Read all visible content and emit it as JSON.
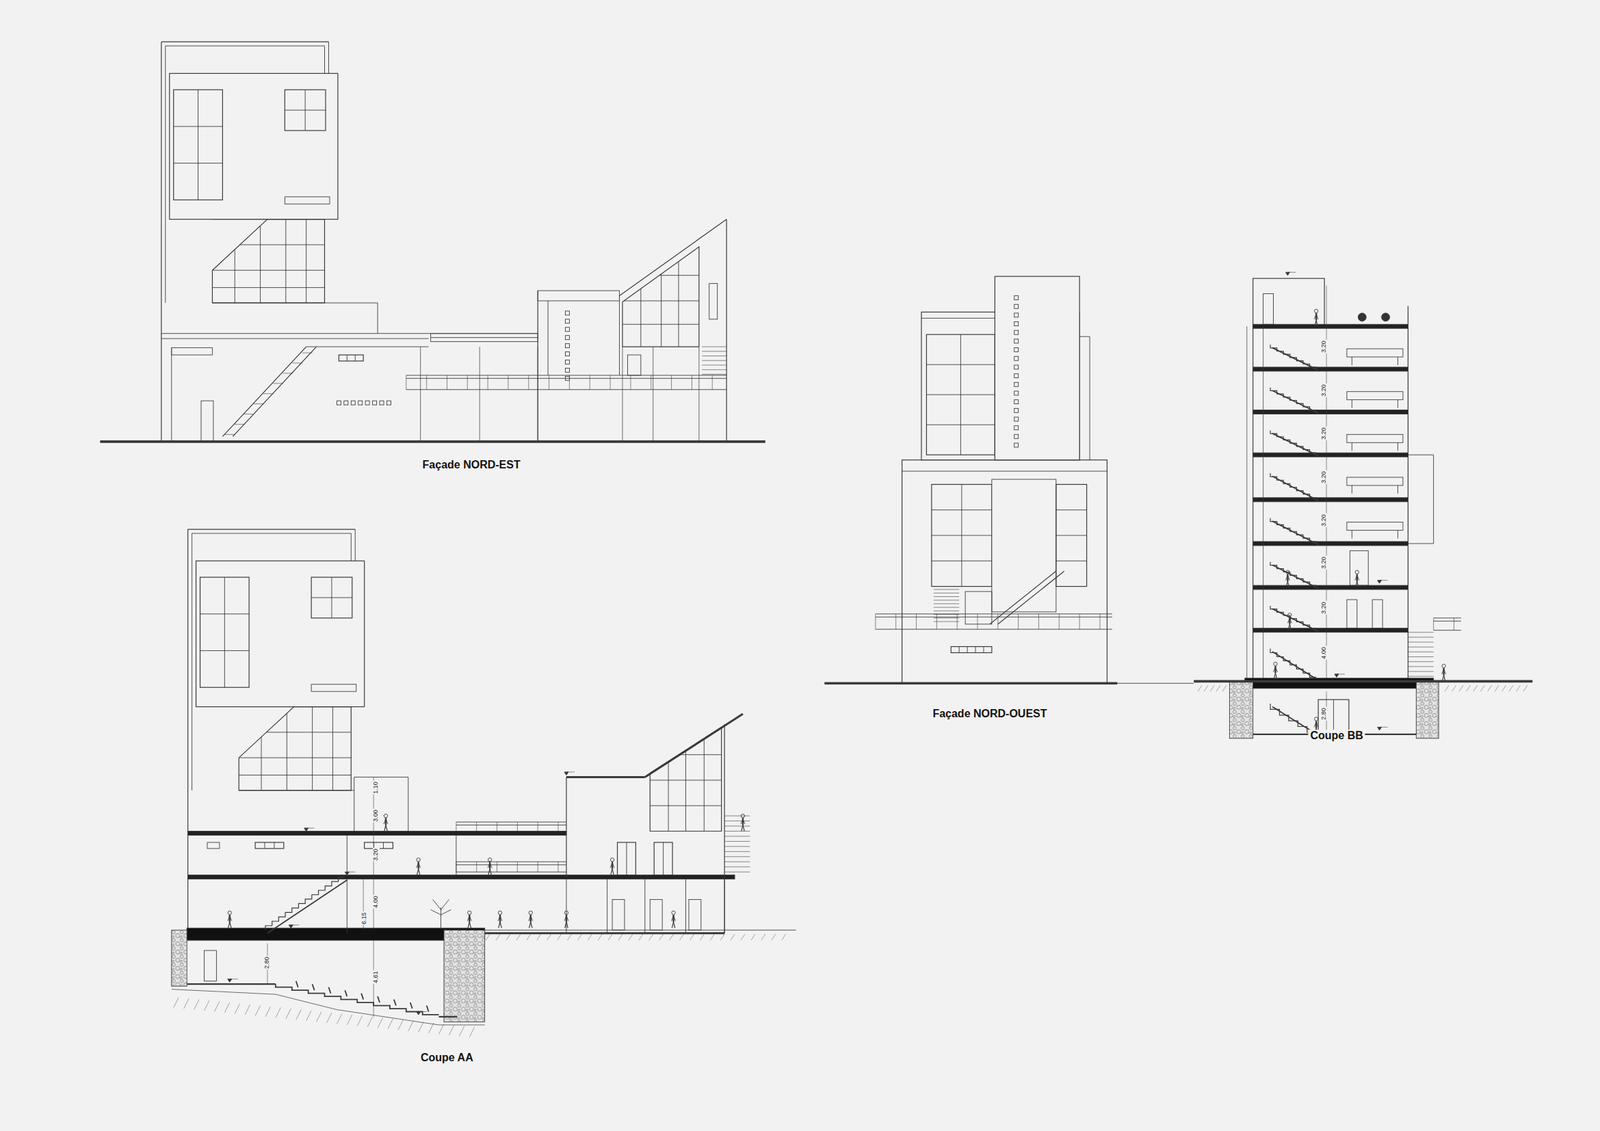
{
  "diagram": {
    "labels": [
      "Façade NORD-EST",
      "Façade NORD-OUEST",
      "Coupe BB",
      "Coupe AA",
      "1.10",
      "3.00",
      "3.20",
      "4.00",
      "6.15",
      "2.80",
      "4.61",
      "3.20",
      "3.20",
      "3.20",
      "3.20",
      "3.20",
      "3.20",
      "3.20",
      "4.00",
      "2.80"
    ]
  }
}
